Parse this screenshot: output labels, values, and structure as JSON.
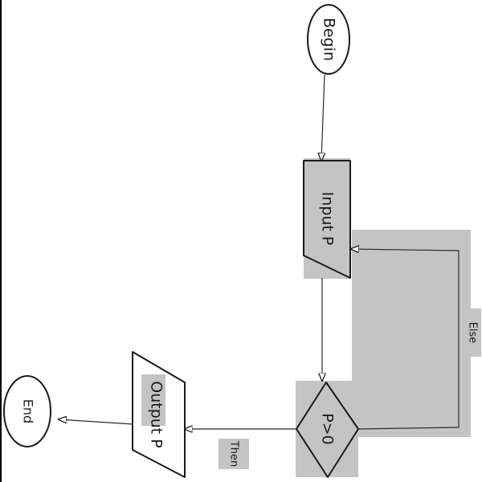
{
  "diagram": {
    "nodes": {
      "begin": {
        "label": "Begin",
        "shape": "terminator"
      },
      "input": {
        "label": "Input P",
        "shape": "parallelogram"
      },
      "decision": {
        "label": "P>0",
        "shape": "diamond"
      },
      "output": {
        "label": "Output P",
        "shape": "parallelogram"
      },
      "end": {
        "label": "End",
        "shape": "terminator"
      }
    },
    "edges": {
      "then_label": "Then",
      "else_label": "Else"
    },
    "colors": {
      "highlight": "#c4c4c4",
      "stroke": "#1a1a1a",
      "background": "#ffffff"
    }
  }
}
